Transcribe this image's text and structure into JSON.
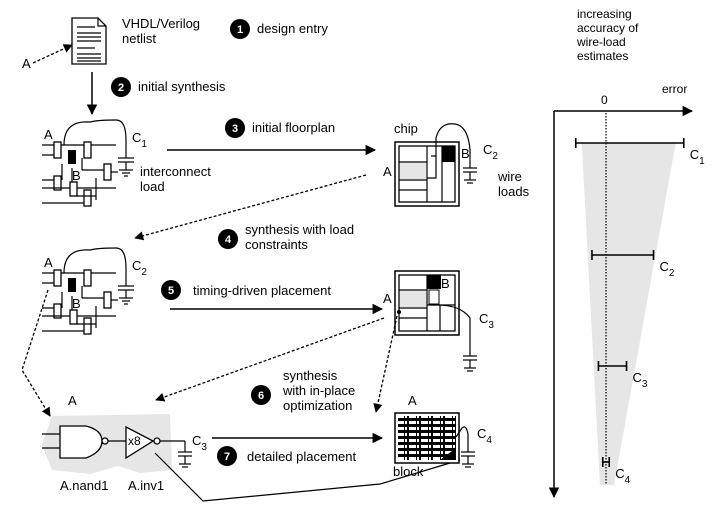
{
  "source": {
    "label_line1": "VHDL/Verilog",
    "label_line2": "netlist",
    "pointer_label": "A"
  },
  "steps": [
    {
      "number": "1",
      "label": "design entry"
    },
    {
      "number": "2",
      "label": "initial synthesis"
    },
    {
      "number": "3",
      "label": "initial floorplan"
    },
    {
      "number": "4",
      "label_line1": "synthesis with load",
      "label_line2": "constraints"
    },
    {
      "number": "5",
      "label": "timing-driven placement"
    },
    {
      "number": "6",
      "label_line1": "synthesis",
      "label_line2": "with in-place",
      "label_line3": "optimization"
    },
    {
      "number": "7",
      "label": "detailed placement"
    }
  ],
  "netlist1": {
    "node_a": "A",
    "node_b": "B",
    "cap": "C",
    "cap_sub": "1",
    "caption_line1": "interconnect",
    "caption_line2": "load"
  },
  "floorplan": {
    "title": "chip",
    "node_a": "A",
    "node_b": "B",
    "cap": "C",
    "cap_sub": "2",
    "caption_line1": "wire",
    "caption_line2": "loads"
  },
  "netlist2": {
    "node_a": "A",
    "node_b": "B",
    "cap": "C",
    "cap_sub": "2"
  },
  "placement": {
    "node_a": "A",
    "node_b": "B",
    "cap": "C",
    "cap_sub": "3"
  },
  "gates": {
    "title": "A",
    "nand_label": "A.nand1",
    "inv_label": "A.inv1",
    "inv_size": "x8",
    "cap": "C",
    "cap_sub": "3"
  },
  "block": {
    "title": "A",
    "caption": "block",
    "cap": "C",
    "cap_sub": "4"
  },
  "accuracy": {
    "title_line1": "increasing",
    "title_line2": "accuracy of",
    "title_line3": "wire-load",
    "title_line4": "estimates",
    "axis_label": "error",
    "zero_label": "0",
    "bars": [
      {
        "cap": "C",
        "sub": "1",
        "neg": 0.28,
        "pos": 0.72
      },
      {
        "cap": "C",
        "sub": "2",
        "neg": 0.13,
        "pos": 0.44
      },
      {
        "cap": "C",
        "sub": "3",
        "neg": 0.07,
        "pos": 0.19
      },
      {
        "cap": "C",
        "sub": "4",
        "neg": 0.03,
        "pos": 0.03
      }
    ]
  },
  "colors": {
    "badge": "#000000",
    "shade": "#e6e6e6",
    "line": "#000000"
  }
}
